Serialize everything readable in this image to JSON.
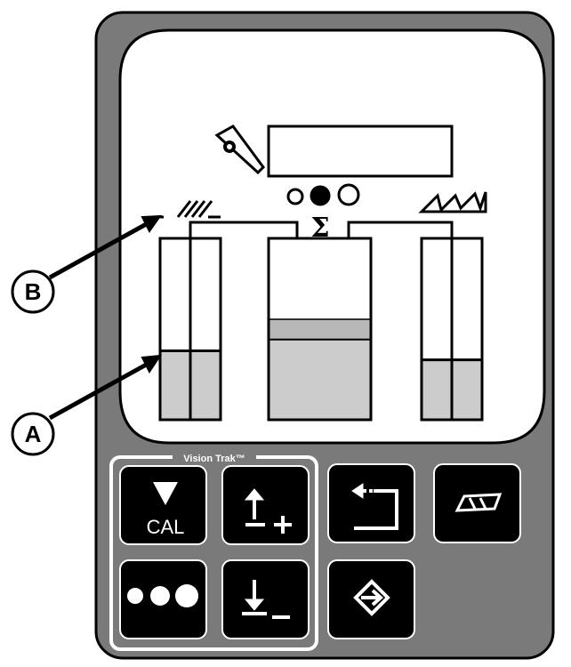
{
  "panel": {
    "colors": {
      "housing": "#7a7a7a",
      "housing_outline": "#000000",
      "screen": "#ffffff",
      "bar_fill": "#cccccc",
      "button": "#000000",
      "button_text": "#ffffff"
    }
  },
  "callouts": [
    {
      "letter": "A"
    },
    {
      "letter": "B"
    }
  ],
  "display": {
    "sum_symbol": "Σ",
    "indicator_dots": [
      "empty",
      "filled",
      "empty"
    ],
    "gauges": [
      {
        "name": "left-gauge",
        "fill_fraction": 0.38
      },
      {
        "name": "center-gauge",
        "fill_fraction": 0.55
      },
      {
        "name": "right-gauge",
        "fill_fraction": 0.33
      }
    ]
  },
  "keypad": {
    "group_label": "Vision Trak™",
    "buttons": [
      {
        "id": "cal",
        "text": "CAL",
        "icon": "down-triangle-icon"
      },
      {
        "id": "increase",
        "icon": "arrow-up-plus-icon"
      },
      {
        "id": "return",
        "icon": "return-arrow-icon"
      },
      {
        "id": "book",
        "icon": "book-icon"
      },
      {
        "id": "dots",
        "icon": "three-dots-icon"
      },
      {
        "id": "decrease",
        "icon": "arrow-down-minus-icon"
      },
      {
        "id": "enter",
        "icon": "enter-diamond-icon"
      }
    ]
  }
}
